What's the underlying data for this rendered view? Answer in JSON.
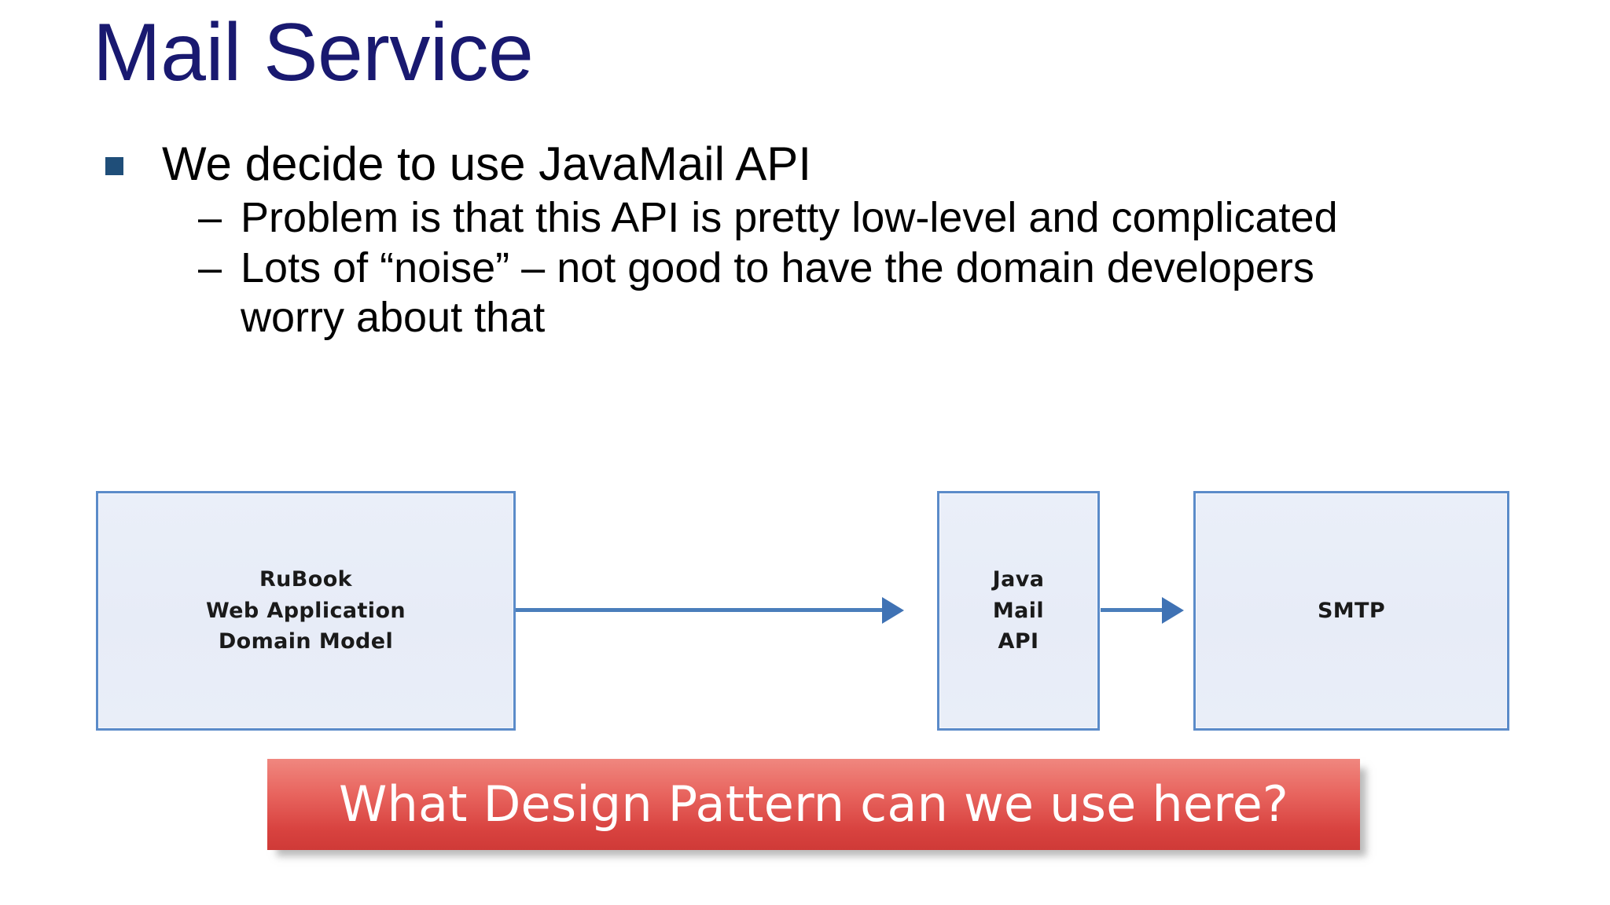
{
  "slide": {
    "title": "Mail Service",
    "title_color": "#191970",
    "background_color": "#ffffff"
  },
  "body": {
    "bullets": [
      {
        "level": 1,
        "marker": "square-bullet",
        "marker_color": "#1f4e79",
        "text": "We decide to use JavaMail API"
      },
      {
        "level": 2,
        "marker": "en-dash",
        "dash": "–",
        "text": "Problem is that this API is pretty low-level and complicated"
      },
      {
        "level": 2,
        "marker": "en-dash",
        "dash": "–",
        "text": "Lots of “noise” – not good to have the domain developers worry about that"
      }
    ]
  },
  "diagram": {
    "type": "flow",
    "box_fill_color": "#e8edf8",
    "box_border_color": "#5b8bc9",
    "arrow_color": "#4a7ebb",
    "boxes": [
      {
        "id": "rubook",
        "lines": [
          "RuBook",
          "Web Application",
          "Domain Model"
        ],
        "label": "RuBook\nWeb Application\nDomain Model"
      },
      {
        "id": "javamail",
        "lines": [
          "Java",
          "Mail",
          "API"
        ],
        "label": "Java\nMail\nAPI"
      },
      {
        "id": "smtp",
        "lines": [
          "SMTP"
        ],
        "label": "SMTP"
      }
    ],
    "arrows": [
      {
        "from": "rubook",
        "to": "javamail"
      },
      {
        "from": "javamail",
        "to": "smtp"
      }
    ]
  },
  "callout": {
    "text": "What Design Pattern can we use here?",
    "text_color": "#ffffff",
    "fill_top_color": "#f0877f",
    "fill_bottom_color": "#cf3a37"
  }
}
